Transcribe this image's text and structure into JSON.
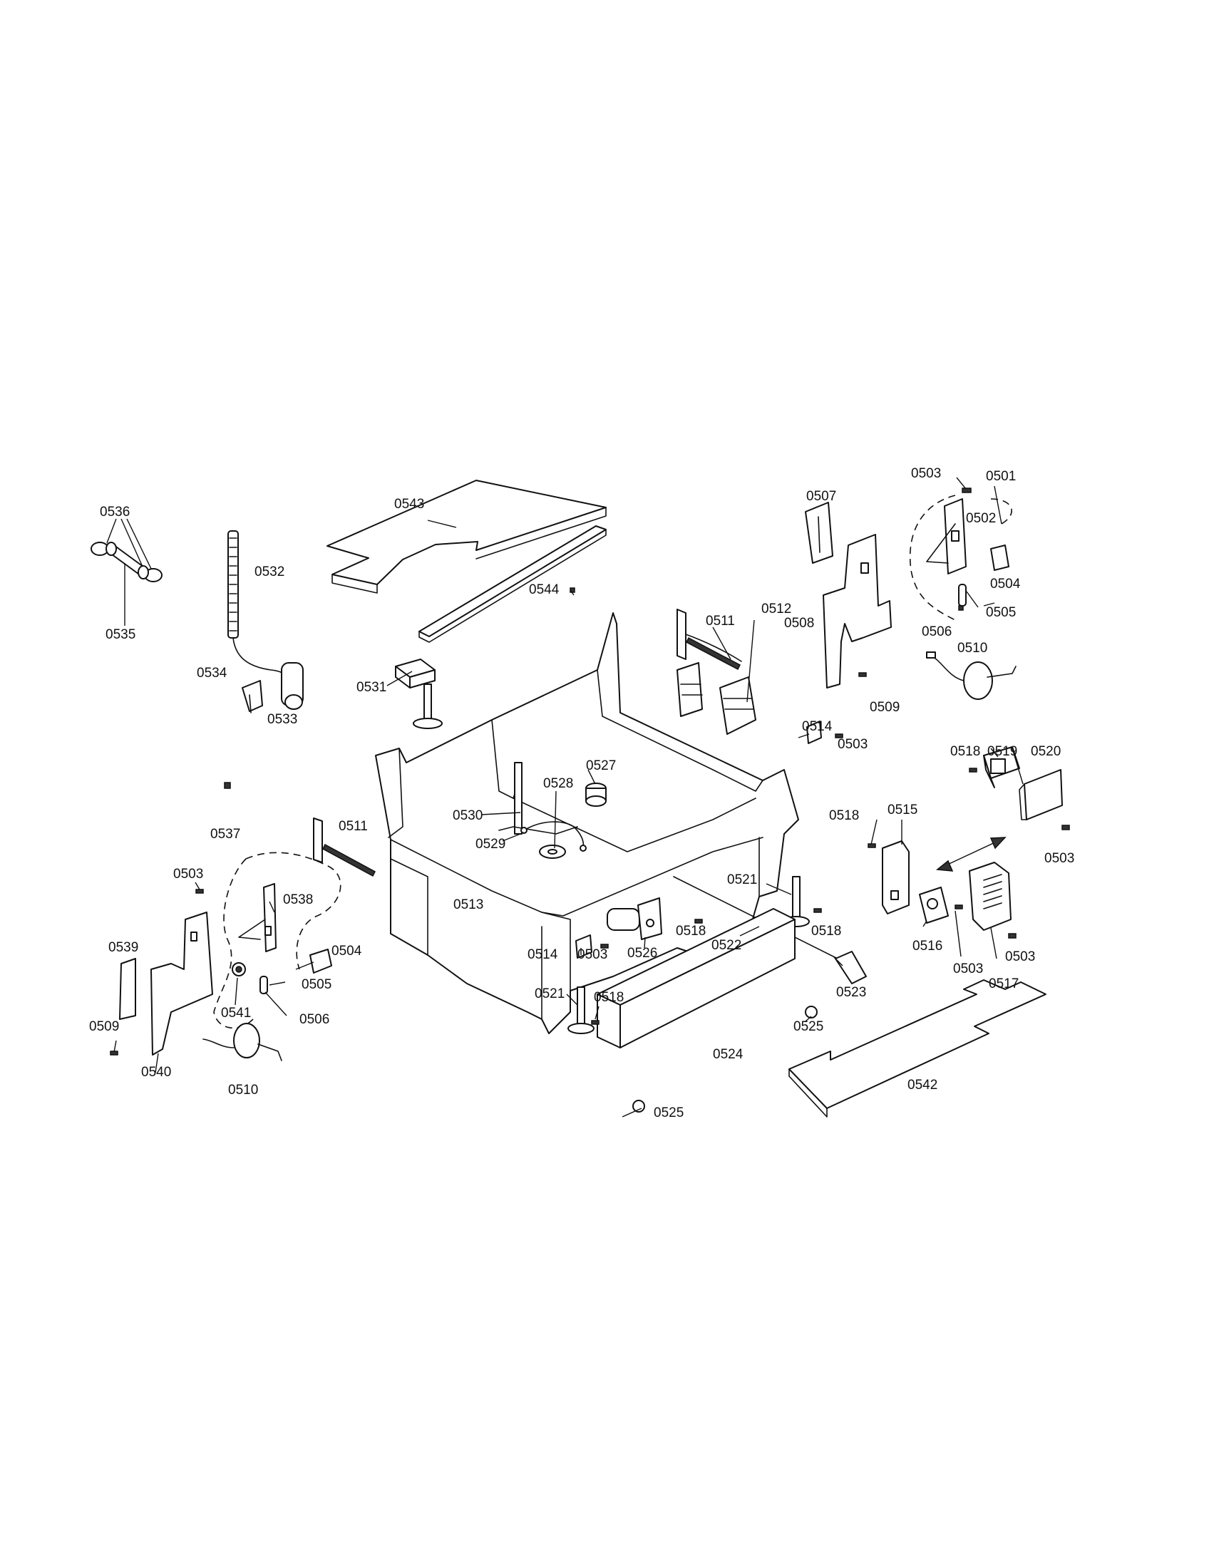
{
  "diagram": {
    "part_numbers": {
      "p0501": "0501",
      "p0502": "0502",
      "p0503": "0503",
      "p0504": "0504",
      "p0505": "0505",
      "p0506": "0506",
      "p0507": "0507",
      "p0508": "0508",
      "p0509": "0509",
      "p0510": "0510",
      "p0511": "0511",
      "p0512": "0512",
      "p0513": "0513",
      "p0514": "0514",
      "p0515": "0515",
      "p0516": "0516",
      "p0517": "0517",
      "p0518": "0518",
      "p0519": "0519",
      "p0520": "0520",
      "p0521": "0521",
      "p0522": "0522",
      "p0523": "0523",
      "p0524": "0524",
      "p0525": "0525",
      "p0526": "0526",
      "p0527": "0527",
      "p0528": "0528",
      "p0529": "0529",
      "p0530": "0530",
      "p0531": "0531",
      "p0532": "0532",
      "p0533": "0533",
      "p0534": "0534",
      "p0535": "0535",
      "p0536": "0536",
      "p0537": "0537",
      "p0538": "0538",
      "p0539": "0539",
      "p0540": "0540",
      "p0541": "0541",
      "p0542": "0542",
      "p0543": "0543",
      "p0544": "0544"
    }
  }
}
